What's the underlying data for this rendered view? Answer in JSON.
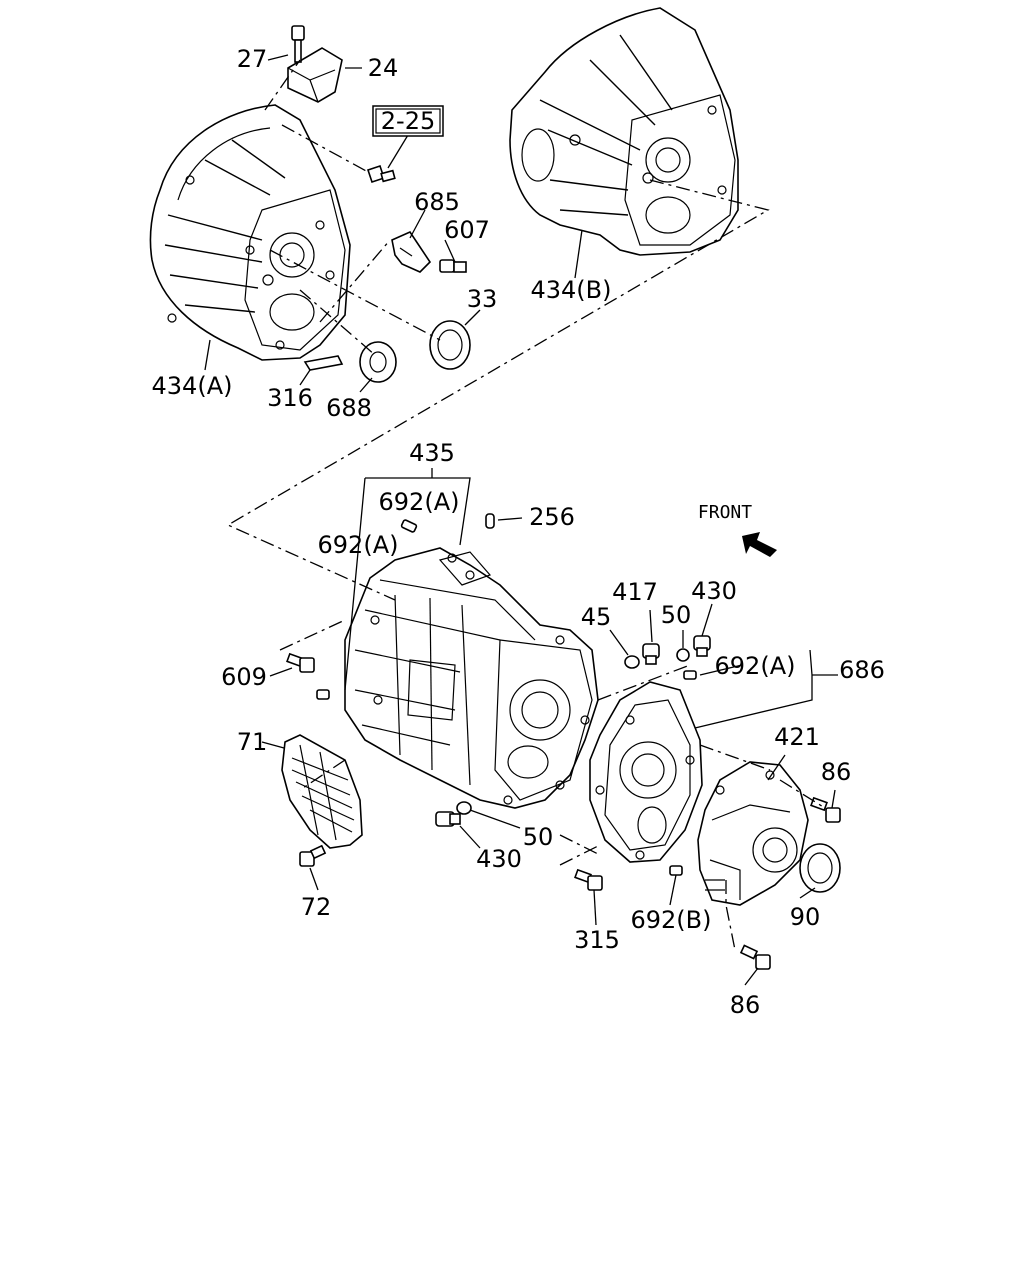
{
  "diagram": {
    "front_label": "FRONT",
    "ref_box": "2-25",
    "labels": {
      "p27": "27",
      "p24": "24",
      "p685": "685",
      "p607": "607",
      "p33": "33",
      "p434a": "434(A)",
      "p316": "316",
      "p688": "688",
      "p434b": "434(B)",
      "p435": "435",
      "p692a_1": "692(A)",
      "p692a_2": "692(A)",
      "p256": "256",
      "p609": "609",
      "p71": "71",
      "p72": "72",
      "p430_lower": "430",
      "p50_lower": "50",
      "p45": "45",
      "p417": "417",
      "p50_upper": "50",
      "p430_upper": "430",
      "p692a_3": "692(A)",
      "p686": "686",
      "p421": "421",
      "p86_upper": "86",
      "p90": "90",
      "p315": "315",
      "p692b": "692(B)",
      "p86_lower": "86"
    }
  }
}
